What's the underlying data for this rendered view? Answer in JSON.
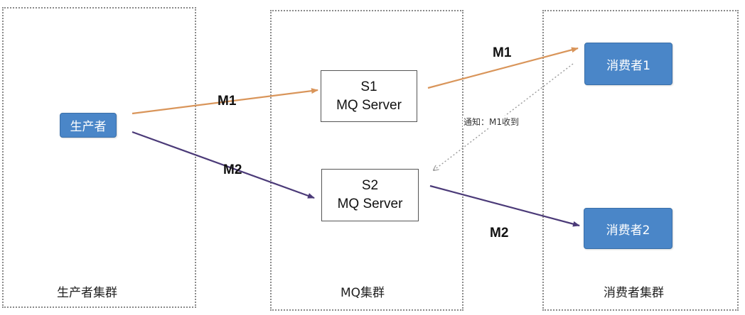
{
  "clusters": {
    "producer_cluster": "生产者集群",
    "mq_cluster": "MQ集群",
    "consumer_cluster": "消费者集群"
  },
  "producer": {
    "label": "生产者"
  },
  "servers": [
    {
      "id": "S1",
      "name": "MQ Server"
    },
    {
      "id": "S2",
      "name": "MQ Server"
    }
  ],
  "consumers": [
    {
      "label": "消费者1"
    },
    {
      "label": "消费者2"
    }
  ],
  "messages": {
    "m1_in": "M1",
    "m2_in": "M2",
    "m1_out": "M1",
    "m2_out": "M2"
  },
  "notify_label": "通知：M1收到",
  "colors": {
    "m1_arrow": "#d9955a",
    "m2_arrow": "#4b3a78",
    "notify_arrow": "#9a9a9a",
    "node_blue": "#4a86c8"
  }
}
